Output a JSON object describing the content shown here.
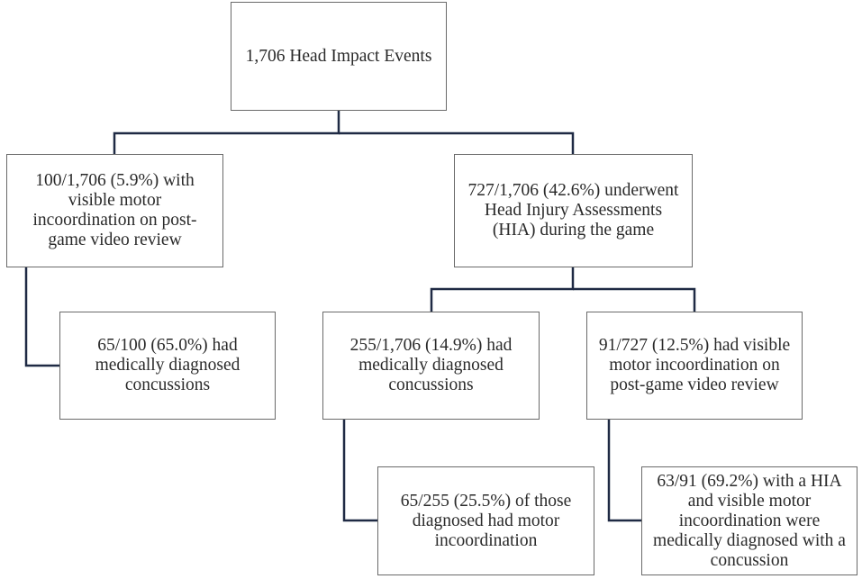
{
  "diagram": {
    "nodes": {
      "root": "1,706 Head Impact Events",
      "motor_incoordination": "100/1,706 (5.9%) with visible motor incoordination on post-game video review",
      "hia": "727/1,706 (42.6%) underwent Head Injury Assessments (HIA) during the game",
      "motor_concussion": "65/100 (65.0%) had medically diagnosed concussions",
      "hia_concussion": "255/1,706 (14.9%) had medically diagnosed concussions",
      "hia_motor": "91/727 (12.5%) had visible motor incoordination on post-game video review",
      "concussion_motor": "65/255 (25.5%) of those diagnosed had motor incoordination",
      "hia_motor_concussion": "63/91 (69.2%) with a HIA and visible motor incoordination were medically diagnosed with a concussion"
    },
    "edges": [
      {
        "from": "root",
        "to": "motor_incoordination"
      },
      {
        "from": "root",
        "to": "hia"
      },
      {
        "from": "motor_incoordination",
        "to": "motor_concussion"
      },
      {
        "from": "hia",
        "to": "hia_concussion"
      },
      {
        "from": "hia",
        "to": "hia_motor"
      },
      {
        "from": "hia_concussion",
        "to": "concussion_motor"
      },
      {
        "from": "hia_motor",
        "to": "hia_motor_concussion"
      }
    ],
    "line_color": "#1f2a44",
    "box_border_color": "#6a6a6a"
  }
}
